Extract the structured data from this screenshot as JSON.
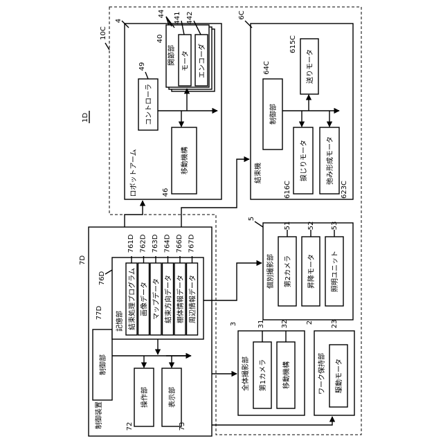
{
  "figure_label": "1D",
  "dashed_region": {
    "ref": "10C"
  },
  "robot_arm": {
    "ref": "4",
    "label": "ロボットアーム",
    "joint": {
      "ref": "40",
      "stack_ref": "44",
      "label": "関節部",
      "motor": {
        "ref": "441",
        "label": "モータ"
      },
      "encoder": {
        "ref": "442",
        "label": "エンコーダ"
      }
    },
    "controller": {
      "ref": "49",
      "label": "コントローラ"
    },
    "moving_mechanism": {
      "ref": "46",
      "label": "移動機構"
    }
  },
  "binding_machine": {
    "ref": "6C",
    "label": "結束機",
    "controller": {
      "ref": "64C",
      "label": "制御部"
    },
    "feed_motor": {
      "ref": "615C",
      "label": "送りモータ"
    },
    "twist_motor": {
      "ref": "616C",
      "label": "捩じりモータ"
    },
    "slack_motor": {
      "ref": "623C",
      "label": "弛み形成モータ"
    }
  },
  "control_device": {
    "ref": "7D",
    "label": "制御装置",
    "controller": {
      "ref": "77D",
      "label": "制御部"
    },
    "operation": {
      "ref": "72",
      "label": "操作部"
    },
    "display": {
      "ref": "73",
      "label": "表示部"
    },
    "storage": {
      "ref": "76D",
      "label": "記憶部",
      "items": [
        {
          "ref": "761D",
          "label": "結束処理プログラム"
        },
        {
          "ref": "762D",
          "label": "画像データ"
        },
        {
          "ref": "763D",
          "label": "マップデータ"
        },
        {
          "ref": "764D",
          "label": "結束方向データ"
        },
        {
          "ref": "766D",
          "label": "棚体情報データ"
        },
        {
          "ref": "767D",
          "label": "周辺情報データ"
        }
      ]
    }
  },
  "individual_imaging": {
    "ref": "5",
    "label": "個別撮影部",
    "items": [
      {
        "ref": "51",
        "label": "第2カメラ"
      },
      {
        "ref": "52",
        "label": "昇降モータ"
      },
      {
        "ref": "53",
        "label": "照明ユニット"
      }
    ]
  },
  "overall_imaging": {
    "ref": "3",
    "label": "全体撮影部",
    "items": [
      {
        "ref": "31",
        "label": "第1カメラ"
      },
      {
        "ref": "32",
        "label": "移動機構"
      }
    ]
  },
  "work_holding": {
    "ref": "2",
    "label": "ワーク保持部",
    "drive_motor": {
      "ref": "23",
      "label": "駆動モータ"
    }
  }
}
